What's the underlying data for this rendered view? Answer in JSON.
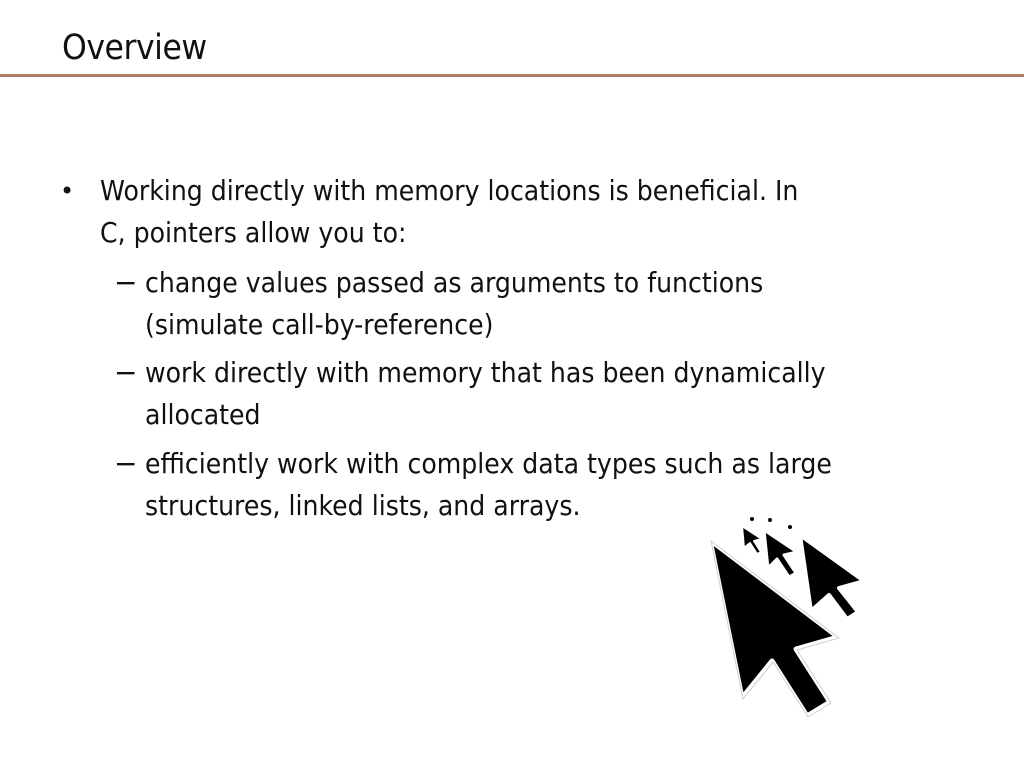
{
  "slide": {
    "title": "Overview",
    "accent_color": "#b07d66",
    "bullet": {
      "marker": "•",
      "line1": "Working directly with memory locations is beneficial.  In",
      "line2": "C, pointers allow you to:"
    },
    "sub_bullets": [
      {
        "marker": "−",
        "line1": "change values passed as arguments to functions",
        "line2": "(simulate call-by-reference)"
      },
      {
        "marker": "−",
        "line1": "work directly with memory that has been dynamically",
        "line2": "allocated"
      },
      {
        "marker": "−",
        "line1": "efficiently work with complex data types such as large",
        "line2": "structures, linked lists, and arrays."
      }
    ],
    "illustration": "mouse-cursor-arrows-icon"
  }
}
